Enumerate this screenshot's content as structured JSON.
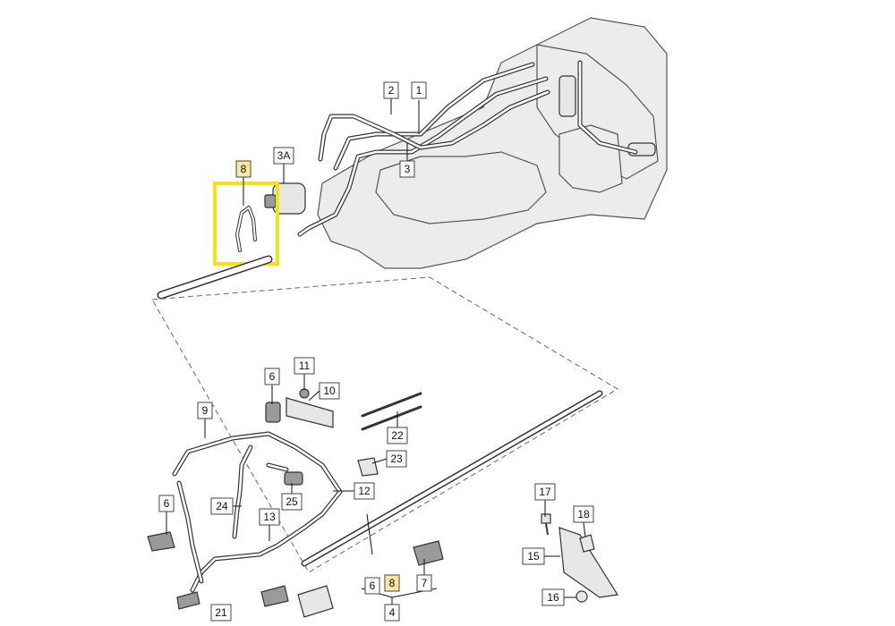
{
  "labels": {
    "l1": "1",
    "l2": "2",
    "l3": "3",
    "l3a": "3A",
    "l8_top": "8",
    "l6_a": "6",
    "l11": "11",
    "l10": "10",
    "l9": "9",
    "l22": "22",
    "l23": "23",
    "l12": "12",
    "l24": "24",
    "l25": "25",
    "l6_b": "6",
    "l13": "13",
    "l17": "17",
    "l18": "18",
    "l15": "15",
    "l7": "7",
    "l6_c": "6",
    "l8_bottom": "8",
    "l4": "4",
    "l16": "16",
    "l21": "21"
  },
  "highlight_color": "#fbe7a1",
  "highlight_frame_color": "#f2e318"
}
